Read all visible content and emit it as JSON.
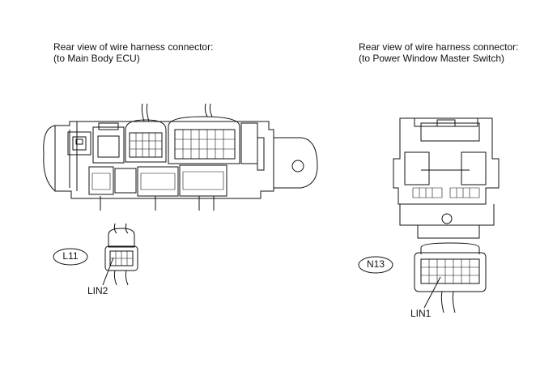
{
  "left_connector": {
    "caption_line1": "Rear view of wire harness connector:",
    "caption_line2": "(to Main Body ECU)",
    "connector_code": "L11",
    "terminal_label": "LIN2"
  },
  "right_connector": {
    "caption_line1": "Rear view of wire harness connector:",
    "caption_line2": "(to Power Window Master Switch)",
    "connector_code": "N13",
    "terminal_label": "LIN1"
  }
}
